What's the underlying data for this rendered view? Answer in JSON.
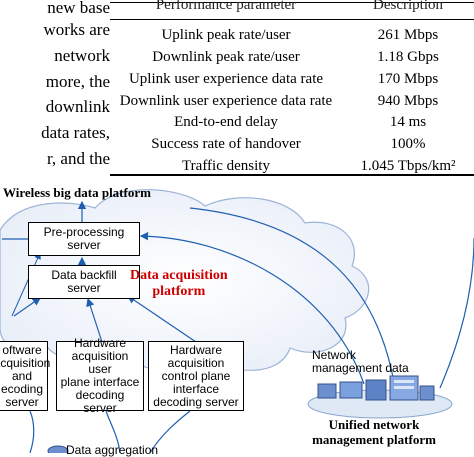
{
  "left_text_fragments": [
    "new base",
    "works are",
    "network",
    "more, the",
    "downlink",
    "data rates,",
    "r, and the"
  ],
  "table": {
    "headers": {
      "parameter": "Performance parameter",
      "description": "Description"
    },
    "rows": [
      {
        "parameter": "Uplink peak rate/user",
        "description": "261 Mbps"
      },
      {
        "parameter": "Downlink peak rate/user",
        "description": "1.18 Gbps"
      },
      {
        "parameter": "Uplink user experience data rate",
        "description": "170 Mbps"
      },
      {
        "parameter": "Downlink user experience data rate",
        "description": "940 Mbps"
      },
      {
        "parameter": "End-to-end delay",
        "description": "14 ms"
      },
      {
        "parameter": "Success rate of handover",
        "description": "100%"
      },
      {
        "parameter": "Traffic density",
        "description": "1.045 Tbps/km²"
      }
    ]
  },
  "diagram": {
    "title": "Wireless big data platform",
    "preprocessing_server": "Pre-processing\nserver",
    "data_backfill_server": "Data backfill\nserver",
    "acquisition_platform_label": "Data acquisition\nplatform",
    "software_acquisition_box": "oftware\nacquisition\nand\necoding\nserver",
    "hardware_user_plane_box": "Hardware\nacquisition user\nplane interface\ndecoding\nserver",
    "hardware_control_plane_box": "Hardware\nacquisition\ncontrol plane\ninterface\ndecoding server",
    "network_management_data_label": "Network\nmanagement data",
    "unified_nm_platform_label": "Unified network\nmanagement platform",
    "bottom_partial_label": "Data aggregation",
    "colors": {
      "accent_red": "#cc0000",
      "line_blue": "#1f5fb0",
      "cloud_outline": "#9db4d6"
    }
  }
}
